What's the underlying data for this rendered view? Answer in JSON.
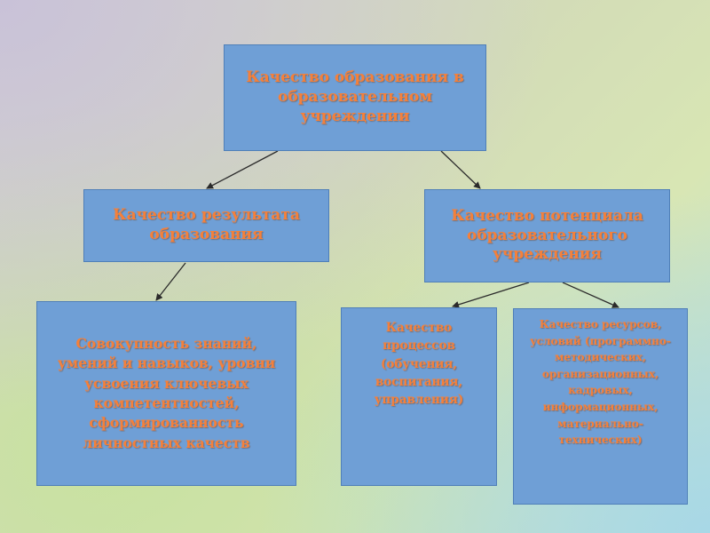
{
  "diagram": {
    "nodes": {
      "top": "Качество образования в образовательном учреждении",
      "result": "Качество результата образования",
      "potential": "Качество потенциала образовательного учреждения",
      "knowledge": "Совокупность знаний, умений и навыков, уровни усвоения ключевых компетентностей, сформированность личностных качеств",
      "processes": "Качество процессов (обучения, воспитания, управления)",
      "resources": "Качество ресурсов, условий (программно-методических, организационных, кадровых, информационных, материально-технических)"
    },
    "edges": [
      {
        "from": "top",
        "to": "result"
      },
      {
        "from": "top",
        "to": "potential"
      },
      {
        "from": "result",
        "to": "knowledge"
      },
      {
        "from": "potential",
        "to": "processes"
      },
      {
        "from": "potential",
        "to": "resources"
      }
    ],
    "colors": {
      "box_fill": "#6f9fd6",
      "text": "#f5803a",
      "arrow": "#2b2b2b"
    }
  }
}
